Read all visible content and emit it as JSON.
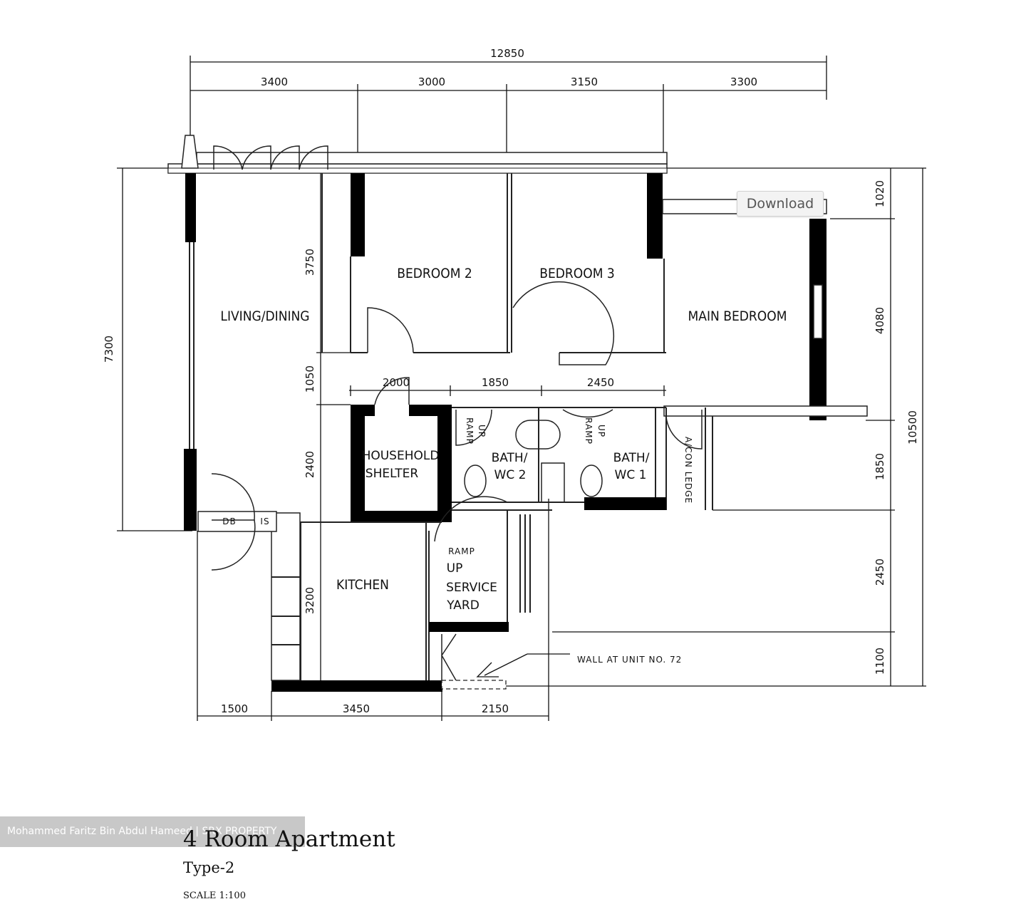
{
  "rooms": {
    "living_dining": "LIVING/DINING",
    "bedroom2": "BEDROOM 2",
    "bedroom3": "BEDROOM 3",
    "main_bedroom": "MAIN BEDROOM",
    "household_shelter_1": "HOUSEHOLD",
    "household_shelter_2": "SHELTER",
    "bath2_1": "BATH/",
    "bath2_2": "WC 2",
    "bath1_1": "BATH/",
    "bath1_2": "WC 1",
    "kitchen": "KITCHEN",
    "service_yard_1": "SERVICE",
    "service_yard_2": "YARD",
    "ramp_up_a": "RAMP",
    "ramp_up_b": "UP",
    "ramp_up_c": "RAMP",
    "ramp_up_d": "UP",
    "ramp_up_e": "RAMP",
    "ramp_up_f": "UP",
    "aircon_ledge": "A/CON LEDGE",
    "db": "DB",
    "is": "IS",
    "wall_note": "WALL AT UNIT NO. 72"
  },
  "dimensions": {
    "overall_width": "12850",
    "top_1": "3400",
    "top_2": "3000",
    "top_3": "3150",
    "top_4": "3300",
    "left_total": "7300",
    "inner_3750": "3750",
    "inner_1050": "1050",
    "inner_2400": "2400",
    "inner_3200": "3200",
    "mid_2000": "2000",
    "mid_1850": "1850",
    "mid_2450": "2450",
    "right_1020": "1020",
    "right_4080": "4080",
    "right_1850": "1850",
    "right_2450": "2450",
    "right_1100": "1100",
    "right_total": "10500",
    "bottom_1500": "1500",
    "bottom_3450": "3450",
    "bottom_2150": "2150"
  },
  "toolbar": {
    "download_label": "Download"
  },
  "footer": {
    "credit": "Mohammed Faritz Bin Abdul Hameed | SRX PROPERTY",
    "title": "4 Room Apartment",
    "subtitle": "Type-2",
    "scale": "SCALE 1:100"
  }
}
